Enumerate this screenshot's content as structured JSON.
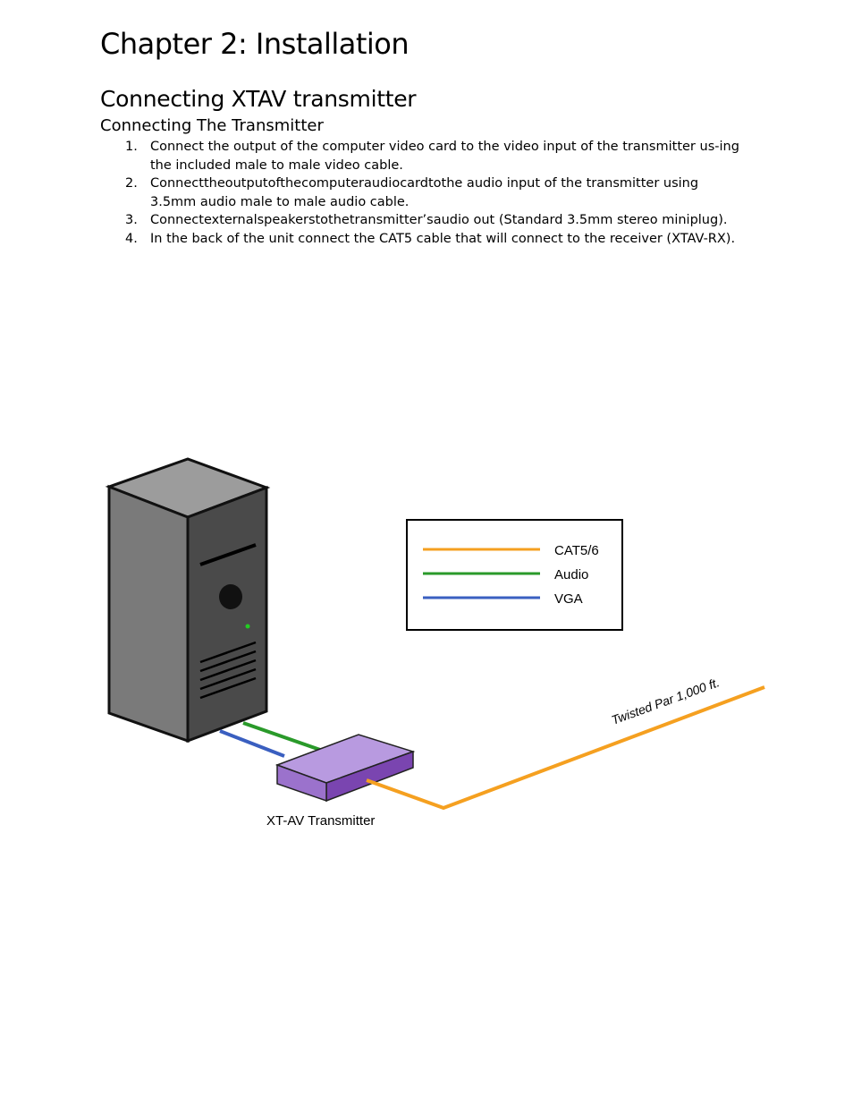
{
  "chapter_title": "Chapter 2: Installation",
  "section_title": "Connecting XTAV transmitter",
  "subsection_title": "Connecting The Transmitter",
  "steps": [
    {
      "num": "1.",
      "text": "Connect the output of the computer video card to the video input of the transmitter us-ing the included male to male video cable."
    },
    {
      "num": "2.",
      "text": "Connecttheoutputofthecomputeraudiocardtothe audio input of the transmitter using 3.5mm audio male to male audio cable."
    },
    {
      "num": "3.",
      "text": "Connectexternalspeakerstothetransmitter’saudio out (Standard 3.5mm stereo miniplug)."
    },
    {
      "num": "4.",
      "text": "In the back of the unit connect the CAT5 cable that will connect to the receiver (XTAV-RX)."
    }
  ],
  "diagram": {
    "legend": [
      {
        "label": "CAT5/6",
        "color": "#f5a020"
      },
      {
        "label": "Audio",
        "color": "#2a9a2a"
      },
      {
        "label": "VGA",
        "color": "#3a5fc0"
      }
    ],
    "transmitter_label": "XT-AV Transmitter",
    "cable_label": "Twisted Par 1,000 ft.",
    "colors": {
      "tower_front": "#4a4a4a",
      "tower_side": "#7a7a7a",
      "tower_top": "#9c9c9c",
      "transmitter_top": "#b89ae0",
      "transmitter_front": "#7a45b0",
      "power_led": "#22cc22"
    }
  }
}
